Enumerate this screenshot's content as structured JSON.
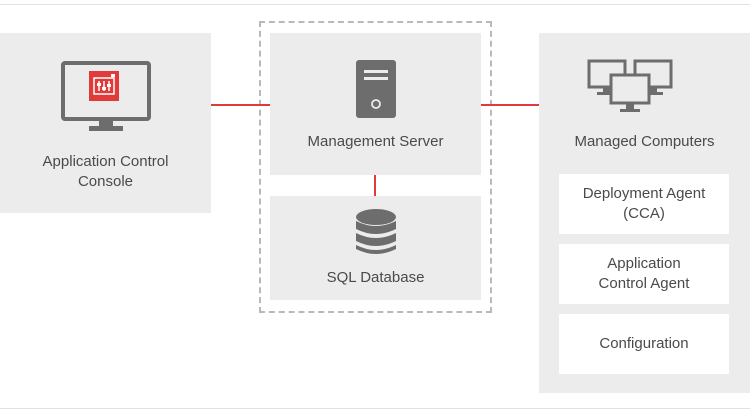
{
  "console": {
    "label": "Application Control\nConsole",
    "icon": "monitor-with-app-control-icon"
  },
  "management_server": {
    "label": "Management Server",
    "icon": "server-tower-icon"
  },
  "sql_database": {
    "label": "SQL Database",
    "icon": "database-cylinder-icon"
  },
  "managed_computers": {
    "label": "Managed Computers",
    "icon": "multiple-monitors-icon",
    "components": [
      "Deployment Agent\n(CCA)",
      "Application\nControl Agent",
      "Configuration"
    ]
  },
  "colors": {
    "connector": "#e03a3a",
    "panel": "#ececec",
    "accent_icon": "#e03a3a",
    "icon_gray": "#6d6d6d"
  }
}
